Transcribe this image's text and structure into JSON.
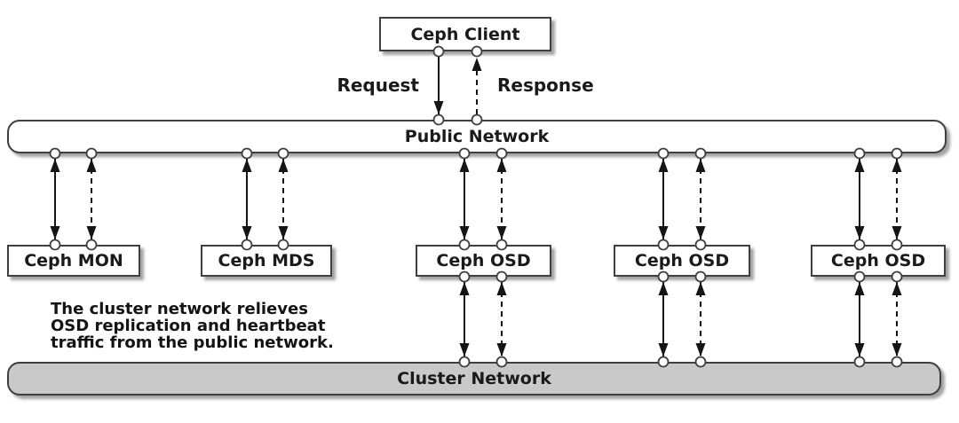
{
  "client": {
    "label": "Ceph Client"
  },
  "flow": {
    "request_label": "Request",
    "response_label": "Response"
  },
  "public_network": {
    "label": "Public Network"
  },
  "cluster_network": {
    "label": "Cluster Network"
  },
  "nodes": [
    {
      "label": "Ceph MON"
    },
    {
      "label": "Ceph MDS"
    },
    {
      "label": "Ceph OSD"
    },
    {
      "label": "Ceph OSD"
    },
    {
      "label": "Ceph OSD"
    }
  ],
  "note": {
    "line1": "The cluster network relieves",
    "line2": "OSD replication and heartbeat",
    "line3": "traffic from the public network."
  },
  "colors": {
    "box_fill": "#ffffff",
    "cluster_fill": "#c9c9c9",
    "border": "#3f3f3f",
    "arrow": "#151515",
    "text": "#1a1a1a"
  }
}
